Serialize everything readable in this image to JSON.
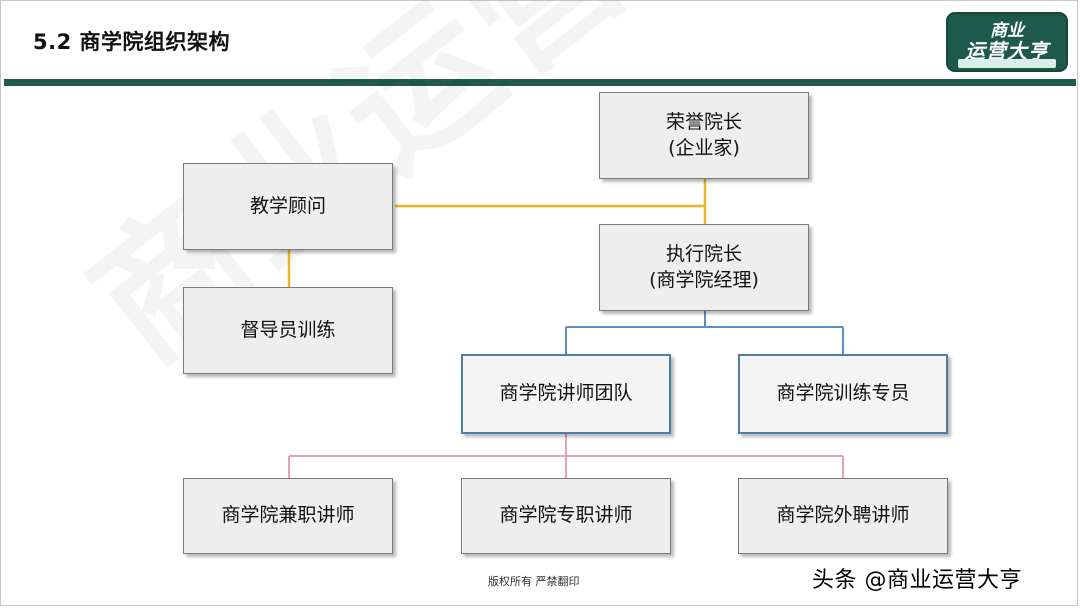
{
  "slide": {
    "title": "5.2 商学院组织架构",
    "copyright": "版权所有 严禁翻印",
    "credit": "头条 @商业运营大亨"
  },
  "logo": {
    "line1": "商业",
    "line2": "运营大亨"
  },
  "watermark": "商业运营大亨",
  "colors": {
    "header_bar": "#1f5b4e",
    "connector_orange": "#f0b323",
    "connector_blue": "#5b8fc7",
    "connector_pink": "#e8a1b0",
    "box_fill": "#eeeeee",
    "box_border_blue": "#4a7fa8"
  },
  "org": {
    "honorary_dean": {
      "line1": "荣誉院长",
      "line2": "(企业家)"
    },
    "teaching_advisor": "教学顾问",
    "supervisor_training": "督导员训练",
    "executive_dean": {
      "line1": "执行院长",
      "line2": "(商学院经理)"
    },
    "lecturer_team": "商学院讲师团队",
    "training_specialist": "商学院训练专员",
    "part_time_lecturer": "商学院兼职讲师",
    "full_time_lecturer": "商学院专职讲师",
    "external_lecturer": "商学院外聘讲师"
  }
}
